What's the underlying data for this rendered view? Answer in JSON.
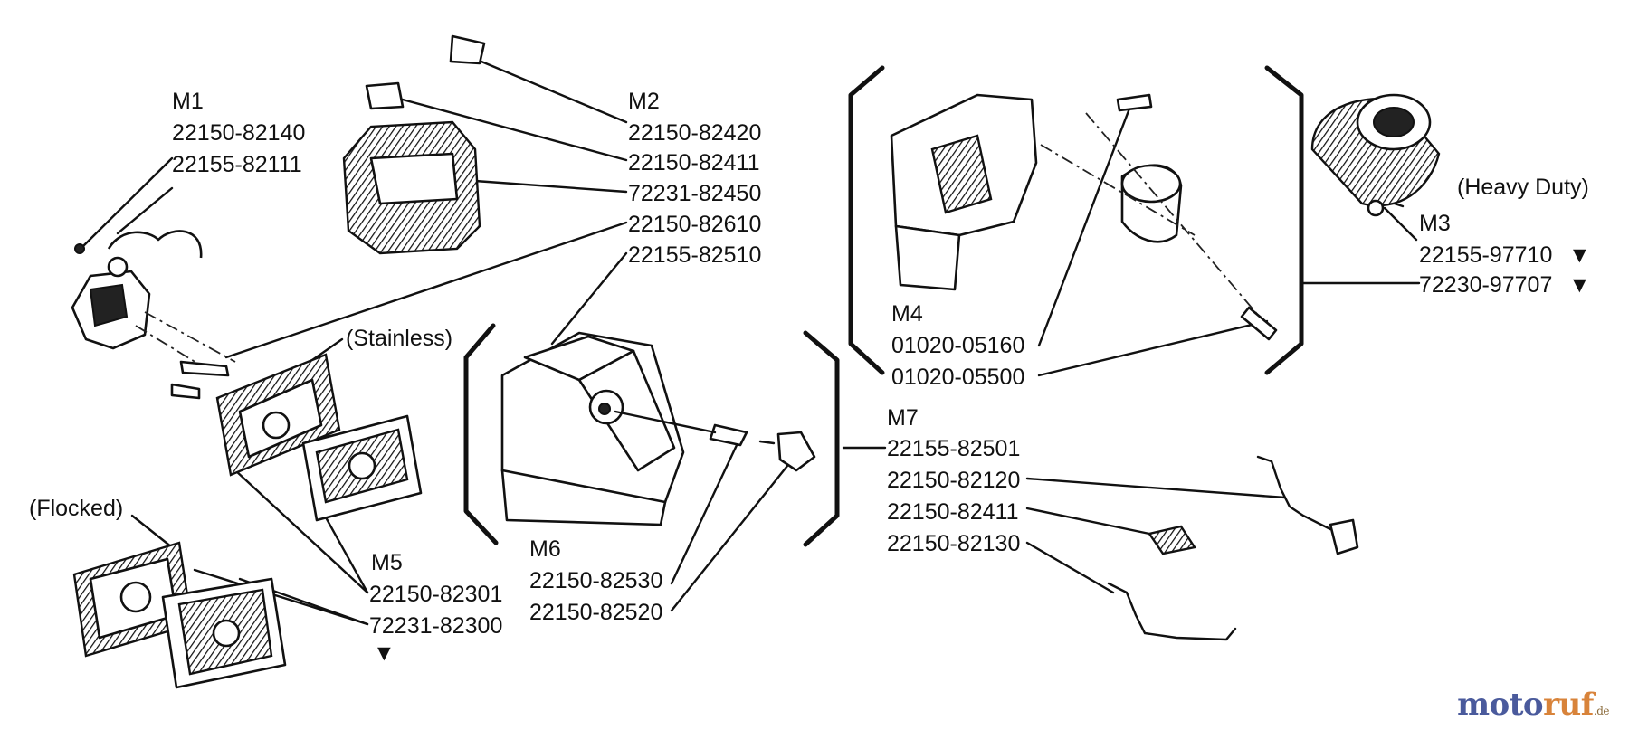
{
  "groups": {
    "m1": {
      "label": "M1",
      "parts": [
        "22150-82140",
        "22155-82111"
      ]
    },
    "m2": {
      "label": "M2",
      "parts": [
        "22150-82420",
        "22150-82411",
        "72231-82450",
        "22150-82610",
        "22155-82510"
      ]
    },
    "m3": {
      "label": "M3",
      "note": "(Heavy Duty)",
      "parts": [
        "22155-97710",
        "72230-97707"
      ]
    },
    "m4": {
      "label": "M4",
      "parts": [
        "01020-05160",
        "01020-05500"
      ]
    },
    "m5": {
      "label": "M5",
      "parts": [
        "22150-82301",
        "72231-82300"
      ]
    },
    "m6": {
      "label": "M6",
      "parts": [
        "22150-82530",
        "22150-82520"
      ]
    },
    "m7": {
      "label": "M7",
      "parts": [
        "22155-82501",
        "22150-82120",
        "22150-82411",
        "22150-82130"
      ]
    }
  },
  "notes": {
    "stainless": "(Stainless)",
    "flocked": "(Flocked)"
  },
  "markers": {
    "triangle": "▼"
  },
  "watermark": {
    "part1": "moto",
    "part2": "ruf",
    "part3": ".de"
  }
}
